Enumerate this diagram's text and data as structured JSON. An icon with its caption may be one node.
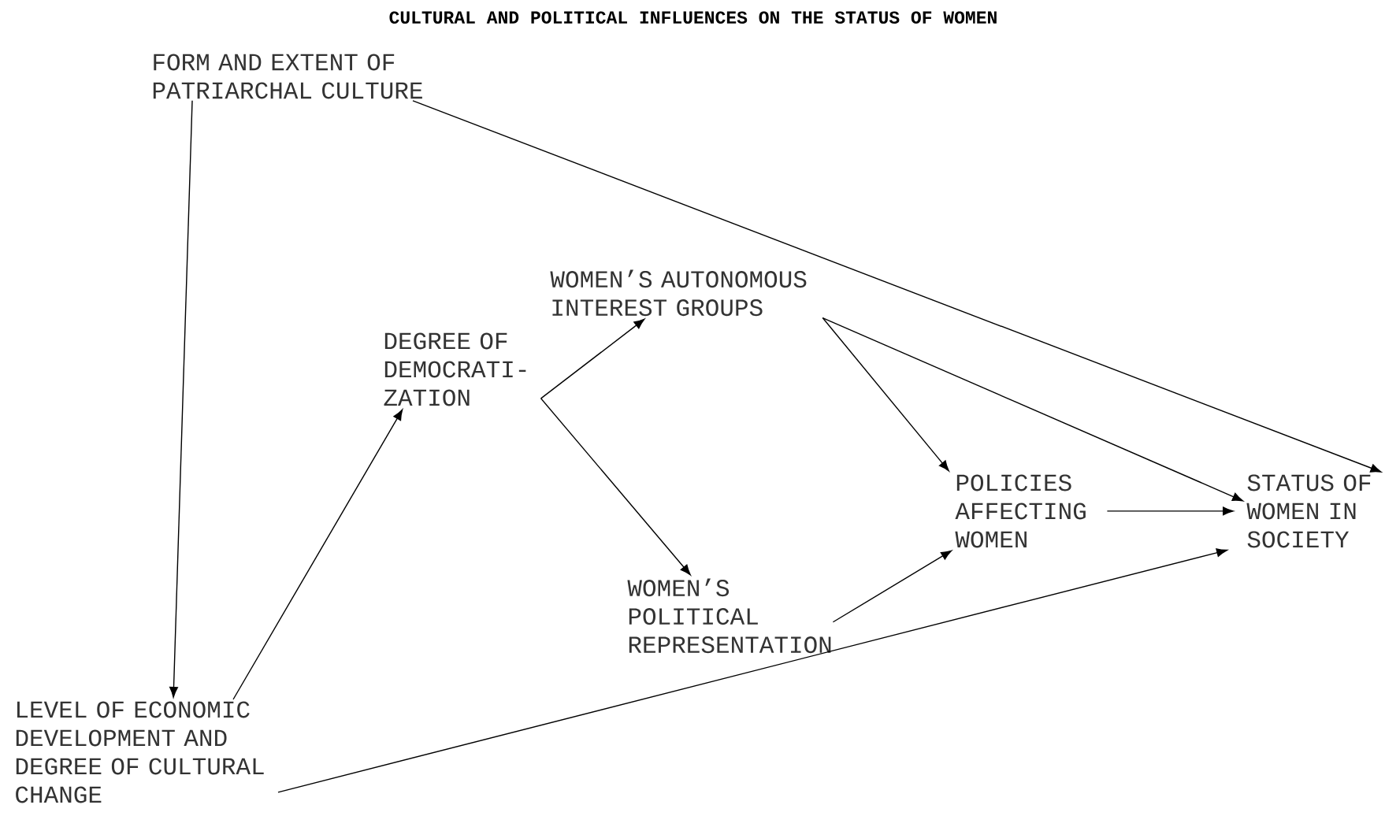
{
  "diagram": {
    "title": "CULTURAL AND POLITICAL INFLUENCES ON THE STATUS OF WOMEN",
    "nodes": [
      {
        "text": [
          "FORM AND EXTENT OF PATRIARCHAL CULTURE"
        ]
      },
      {
        "text": [
          "LEVEL OF ECONOMIC DEVELOPMENT AND DEGREE OF CULTURAL CHANGE"
        ]
      },
      {
        "text": [
          "DEGREE OF DEMOCRATI- ZATION"
        ]
      },
      {
        "text": [
          "WOMEN’S AUTONOMOUS INTEREST GROUPS"
        ]
      },
      {
        "text": [
          "WOMEN’S POLITICAL REPRESENTATION"
        ]
      },
      {
        "text": [
          "POLICIES AFFECTING WOMEN"
        ]
      },
      {
        "text": [
          "STATUS OF WOMEN IN SOCIETY"
        ]
      }
    ],
    "edges": [
      {
        "from": 0,
        "to": 1,
        "arrow": "to"
      },
      {
        "from": 0,
        "to": 6,
        "arrow": "to"
      },
      {
        "from": 1,
        "to": 2,
        "arrow": "to"
      },
      {
        "from": 1,
        "to": 6,
        "arrow": "to"
      },
      {
        "from": 2,
        "to": 3,
        "arrow": "to"
      },
      {
        "from": 2,
        "to": 4,
        "arrow": "to"
      },
      {
        "from": 3,
        "to": 5,
        "arrow": "to"
      },
      {
        "from": 3,
        "to": 6,
        "arrow": "to"
      },
      {
        "from": 4,
        "to": 5,
        "arrow": "to"
      },
      {
        "from": 5,
        "to": 6,
        "arrow": "to"
      }
    ]
  }
}
